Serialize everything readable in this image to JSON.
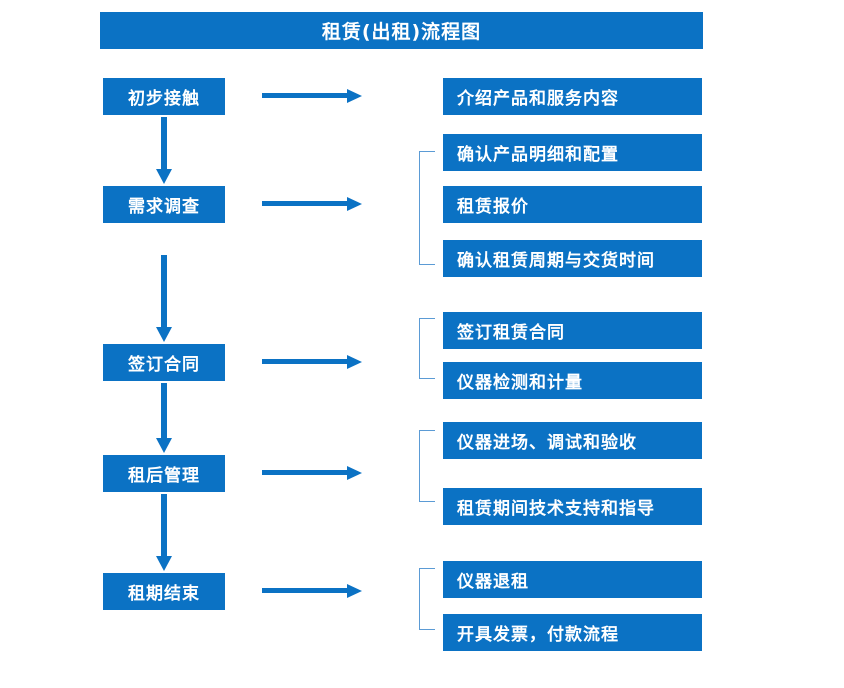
{
  "diagram": {
    "title": "租赁(出租)流程图",
    "accent_color": "#0b72c4",
    "bracket_color": "#5b9bd5",
    "text_color": "#ffffff",
    "background_color": "#ffffff",
    "type": "flowchart"
  },
  "stages": [
    {
      "label": "初步接触"
    },
    {
      "label": "需求调查"
    },
    {
      "label": "签订合同"
    },
    {
      "label": "租后管理"
    },
    {
      "label": "租期结束"
    }
  ],
  "detail_groups": [
    {
      "stage": "初步接触",
      "items": [
        {
          "label": "介绍产品和服务内容"
        }
      ]
    },
    {
      "stage": "需求调查",
      "items": [
        {
          "label": "确认产品明细和配置"
        },
        {
          "label": "租赁报价"
        },
        {
          "label": "确认租赁周期与交货时间"
        }
      ]
    },
    {
      "stage": "签订合同",
      "items": [
        {
          "label": "签订租赁合同"
        },
        {
          "label": "仪器检测和计量"
        }
      ]
    },
    {
      "stage": "租后管理",
      "items": [
        {
          "label": "仪器进场、调试和验收"
        },
        {
          "label": "租赁期间技术支持和指导"
        }
      ]
    },
    {
      "stage": "租期结束",
      "items": [
        {
          "label": "仪器退租"
        },
        {
          "label": "开具发票，付款流程"
        }
      ]
    }
  ],
  "connectors": {
    "horizontal_arrow_icon": "arrow-right-icon",
    "vertical_arrow_icon": "arrow-down-icon",
    "bracket_icon": "group-bracket-icon"
  }
}
